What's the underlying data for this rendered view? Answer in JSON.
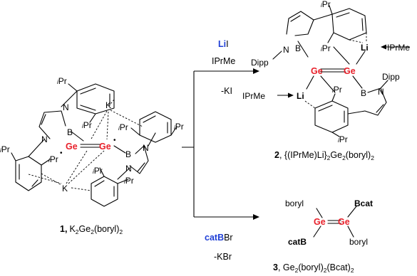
{
  "colors": {
    "germanium": "#e8202a",
    "lithium": "#1f3fd6",
    "bcat": "#1f3fd6",
    "bond": "#000000"
  },
  "compound1": {
    "number": "1,",
    "formula_prefix": "K",
    "formula_k_sub": "2",
    "formula_ge": "Ge",
    "formula_ge_sub": "2",
    "formula_suffix": "(boryl)",
    "formula_suffix_sub": "2",
    "atoms": {
      "ge": "Ge",
      "k": "K",
      "b": "B",
      "n": "N"
    },
    "substituent_sup": "i",
    "substituent": "Pr",
    "radical_dot": "•"
  },
  "reagents": {
    "top_li": "Li",
    "top_i": "I",
    "top_ligand": "IPrMe",
    "top_byproduct": "-KI",
    "bottom_reagent_bold": "catB",
    "bottom_reagent_rest": "Br",
    "bottom_byproduct": "-KBr"
  },
  "compound2": {
    "number": "2",
    "caption_prefix": ", {(IPrMe)Li}",
    "caption_sub1": "2",
    "caption_ge": "Ge",
    "caption_sub2": "2",
    "caption_suffix": "(boryl)",
    "caption_sub3": "2",
    "atoms": {
      "li": "Li",
      "ge": "Ge",
      "b": "B",
      "n": "N"
    },
    "ligand": "IPrMe",
    "dipp": "Dipp",
    "substituent_sup": "i",
    "substituent": "Pr"
  },
  "compound3": {
    "number": "3",
    "caption_prefix": ", Ge",
    "caption_sub1": "2",
    "caption_mid": "(boryl)",
    "caption_sub2": "2",
    "caption_bcat": "(Bcat)",
    "caption_sub3": "2",
    "boryl": "boryl",
    "bcat_top": "Bcat",
    "catb_bottom": "catB",
    "atoms": {
      "ge": "Ge"
    }
  }
}
